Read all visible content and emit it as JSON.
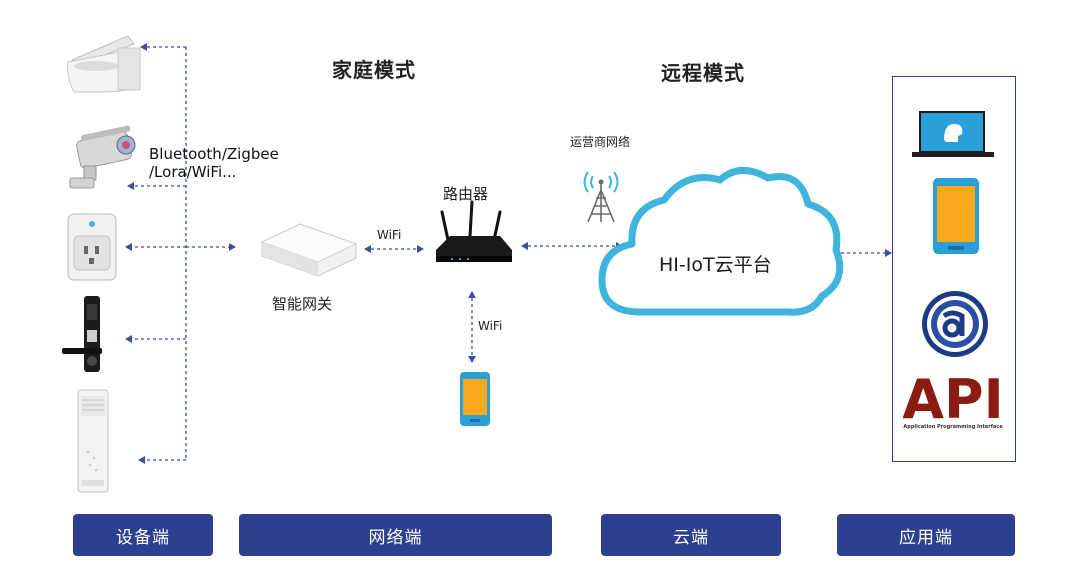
{
  "modes": {
    "home": "家庭模式",
    "remote": "远程模式"
  },
  "protocols": {
    "wireless": "Bluetooth/Zigbee\n/Lora/WiFi...",
    "wifi_gateway_router": "WiFi",
    "wifi_router_phone": "WiFi"
  },
  "labels": {
    "gateway": "智能网关",
    "router": "路由器",
    "operator": "运营商网络",
    "cloud": "HI-IoT云平台"
  },
  "api_logo": {
    "text": "API",
    "subtitle": "Application Programming Interface"
  },
  "footer": {
    "device": "设备端",
    "network": "网络端",
    "cloud": "云端",
    "app": "应用端"
  },
  "colors": {
    "footer_bg": "#2e3f8f",
    "arrow": "#3b4fa0",
    "cloud_stroke": "#3fb4dc",
    "phone_screen": "#f7a81b",
    "phone_body": "#2b9fd8",
    "api_red": "#8b1c12"
  }
}
